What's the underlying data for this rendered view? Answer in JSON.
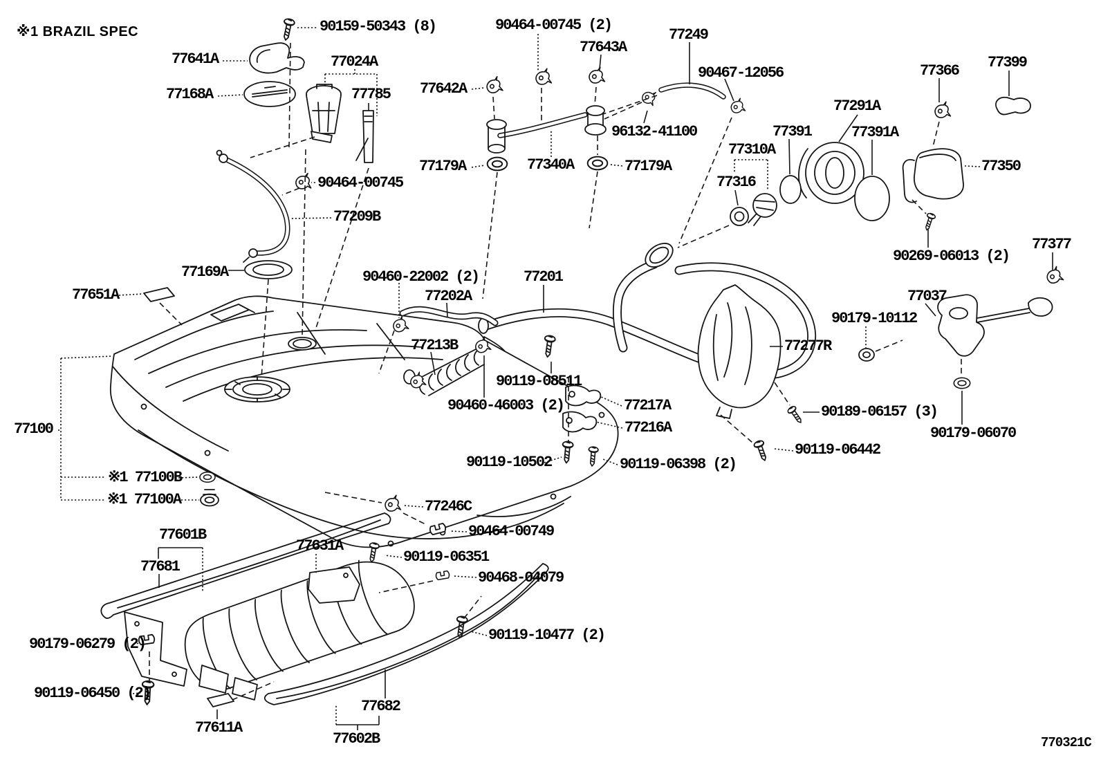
{
  "note": "※1 BRAZIL SPEC",
  "drawing_code": "770321C",
  "colors": {
    "line": "#151515",
    "background": "#ffffff"
  },
  "labels": [
    {
      "id": "90159-50343",
      "text": "90159-50343 (8)"
    },
    {
      "id": "77641A",
      "text": "77641A"
    },
    {
      "id": "77024A",
      "text": "77024A"
    },
    {
      "id": "77168A",
      "text": "77168A"
    },
    {
      "id": "77785",
      "text": "77785"
    },
    {
      "id": "77642A",
      "text": "77642A"
    },
    {
      "id": "90464-00745-2",
      "text": "90464-00745 (2)"
    },
    {
      "id": "77643A",
      "text": "77643A"
    },
    {
      "id": "77249",
      "text": "77249"
    },
    {
      "id": "90467-12056",
      "text": "90467-12056"
    },
    {
      "id": "96132-41100",
      "text": "96132-41100"
    },
    {
      "id": "77179A-left",
      "text": "77179A"
    },
    {
      "id": "77340A",
      "text": "77340A"
    },
    {
      "id": "77179A-right",
      "text": "77179A"
    },
    {
      "id": "77366",
      "text": "77366"
    },
    {
      "id": "77399",
      "text": "77399"
    },
    {
      "id": "77291A",
      "text": "77291A"
    },
    {
      "id": "77391",
      "text": "77391"
    },
    {
      "id": "77391A",
      "text": "77391A"
    },
    {
      "id": "77310A",
      "text": "77310A"
    },
    {
      "id": "77316",
      "text": "77316"
    },
    {
      "id": "77350",
      "text": "77350"
    },
    {
      "id": "90269-06013",
      "text": "90269-06013 (2)"
    },
    {
      "id": "77377",
      "text": "77377"
    },
    {
      "id": "90464-00745",
      "text": "90464-00745"
    },
    {
      "id": "77209B",
      "text": "77209B"
    },
    {
      "id": "77169A",
      "text": "77169A"
    },
    {
      "id": "77651A",
      "text": "77651A"
    },
    {
      "id": "90460-22002",
      "text": "90460-22002 (2)"
    },
    {
      "id": "77202A",
      "text": "77202A"
    },
    {
      "id": "77201",
      "text": "77201"
    },
    {
      "id": "77213B",
      "text": "77213B"
    },
    {
      "id": "90119-08511",
      "text": "90119-08511"
    },
    {
      "id": "90460-46003",
      "text": "90460-46003 (2)"
    },
    {
      "id": "77217A",
      "text": "77217A"
    },
    {
      "id": "77216A",
      "text": "77216A"
    },
    {
      "id": "90119-10502",
      "text": "90119-10502"
    },
    {
      "id": "90119-06398",
      "text": "90119-06398 (2)"
    },
    {
      "id": "77100",
      "text": "77100"
    },
    {
      "id": "77100B",
      "text": "※1 77100B"
    },
    {
      "id": "77100A",
      "text": "※1 77100A"
    },
    {
      "id": "77246C",
      "text": "77246C"
    },
    {
      "id": "90464-00749",
      "text": "90464-00749"
    },
    {
      "id": "90119-06351",
      "text": "90119-06351"
    },
    {
      "id": "90468-04079",
      "text": "90468-04079"
    },
    {
      "id": "90119-10477",
      "text": "90119-10477 (2)"
    },
    {
      "id": "77037",
      "text": "77037"
    },
    {
      "id": "90179-10112",
      "text": "90179-10112"
    },
    {
      "id": "77277R",
      "text": "77277R"
    },
    {
      "id": "90189-06157",
      "text": "90189-06157 (3)"
    },
    {
      "id": "90119-06442",
      "text": "90119-06442"
    },
    {
      "id": "90179-06070",
      "text": "90179-06070"
    },
    {
      "id": "77601B",
      "text": "77601B"
    },
    {
      "id": "77681",
      "text": "77681"
    },
    {
      "id": "77631A",
      "text": "77631A"
    },
    {
      "id": "90179-06279",
      "text": "90179-06279 (2)"
    },
    {
      "id": "90119-06450",
      "text": "90119-06450 (2)"
    },
    {
      "id": "77611A",
      "text": "77611A"
    },
    {
      "id": "77682",
      "text": "77682"
    },
    {
      "id": "77602B",
      "text": "77602B"
    }
  ]
}
